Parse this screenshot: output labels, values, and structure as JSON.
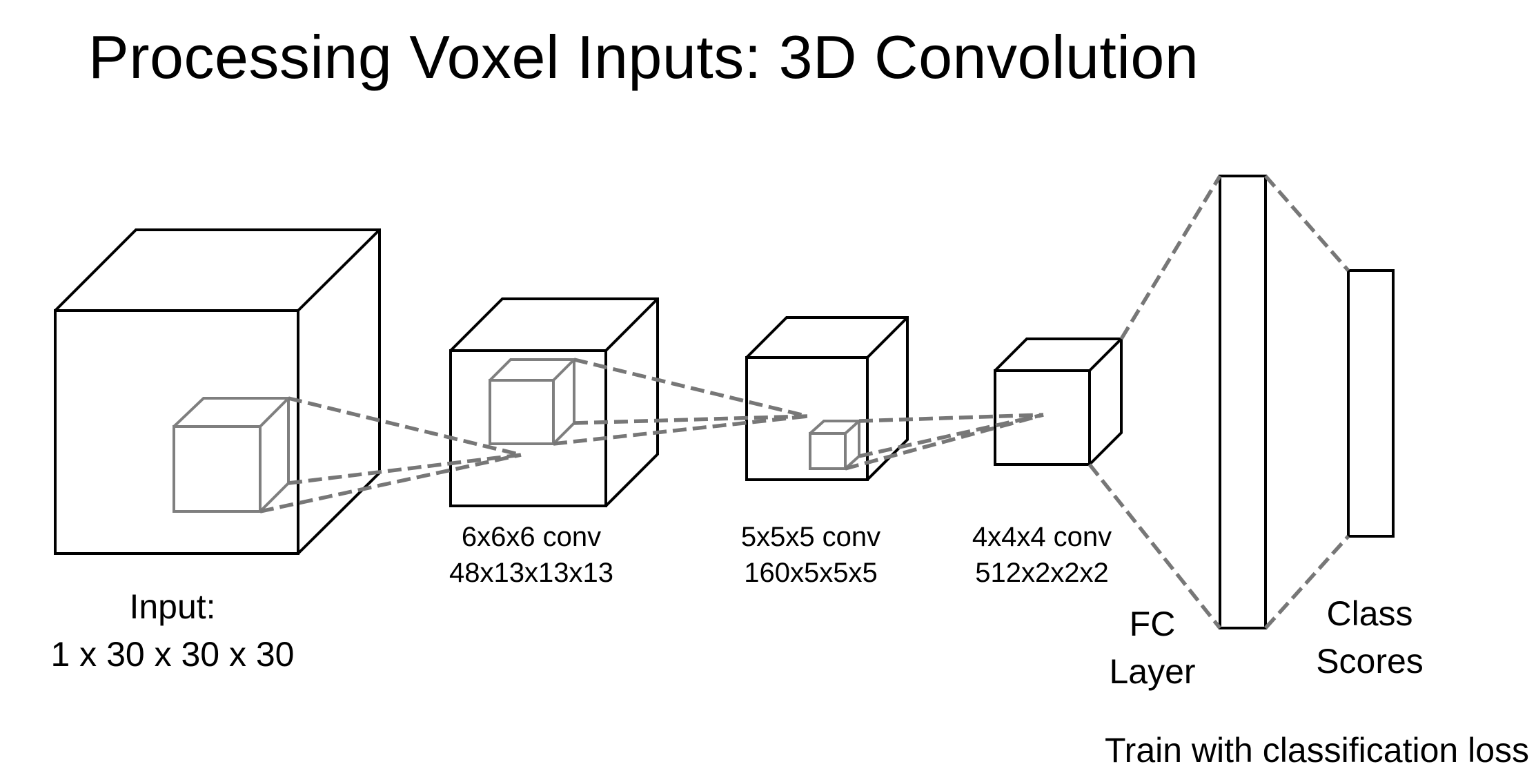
{
  "title": "Processing Voxel Inputs: 3D Convolution",
  "colors": {
    "box_stroke": "#000000",
    "kernel_stroke": "#7f7f7f",
    "connector_dash": "#777777",
    "background": "#ffffff"
  },
  "blocks": [
    {
      "name": "input",
      "lines": [
        "Input:",
        "1 x 30 x 30 x 30"
      ]
    },
    {
      "name": "conv1",
      "lines": [
        "6x6x6 conv",
        "48x13x13x13"
      ]
    },
    {
      "name": "conv2",
      "lines": [
        "5x5x5 conv",
        "160x5x5x5"
      ]
    },
    {
      "name": "conv3",
      "lines": [
        "4x4x4 conv",
        "512x2x2x2"
      ]
    },
    {
      "name": "fc",
      "lines": [
        "FC",
        "Layer"
      ]
    },
    {
      "name": "scores",
      "lines": [
        "Class",
        "Scores"
      ]
    }
  ],
  "footer": "Train with classification loss"
}
